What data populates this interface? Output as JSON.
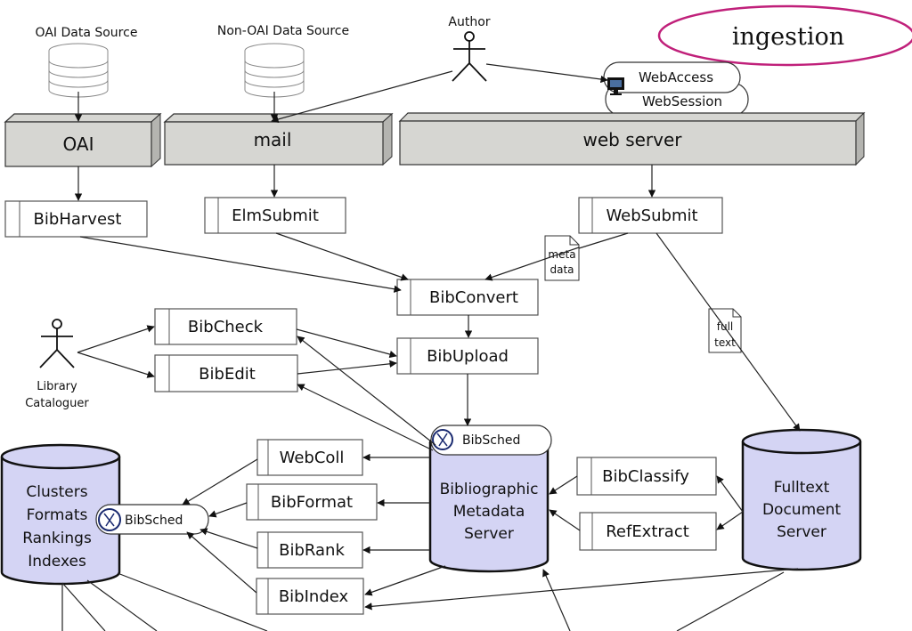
{
  "badge": {
    "label": "ingestion",
    "color": "#1a1a9a",
    "border": "#c0207a"
  },
  "sources": {
    "oai": "OAI Data Source",
    "non_oai": "Non-OAI Data Source",
    "author": "Author"
  },
  "webclients": {
    "access": "WebAccess",
    "session": "WebSession"
  },
  "servers": {
    "oai": "OAI",
    "mail": "mail",
    "web": "web server"
  },
  "modules": {
    "bibharvest": "BibHarvest",
    "elmsubmit": "ElmSubmit",
    "websubmit": "WebSubmit",
    "bibconvert": "BibConvert",
    "bibcheck": "BibCheck",
    "bibedit": "BibEdit",
    "bibupload": "BibUpload",
    "webcoll": "WebColl",
    "bibformat": "BibFormat",
    "bibrank": "BibRank",
    "bibindex": "BibIndex",
    "bibclassify": "BibClassify",
    "refextract": "RefExtract"
  },
  "docs": {
    "metadata": [
      "meta",
      "data"
    ],
    "fulltext": [
      "full",
      "text"
    ]
  },
  "actors": {
    "cataloguer": [
      "Library",
      "Cataloguer"
    ]
  },
  "scheduler": "BibSched",
  "stores": {
    "bibliographic": [
      "Bibliographic",
      "Metadata",
      "Server"
    ],
    "fulltext": [
      "Fulltext",
      "Document",
      "Server"
    ],
    "clusters": [
      "Clusters",
      "Formats",
      "Rankings",
      "Indexes"
    ]
  },
  "colors": {
    "server_top": "#d6d6d2",
    "cylinder": "#d4d4f4"
  }
}
